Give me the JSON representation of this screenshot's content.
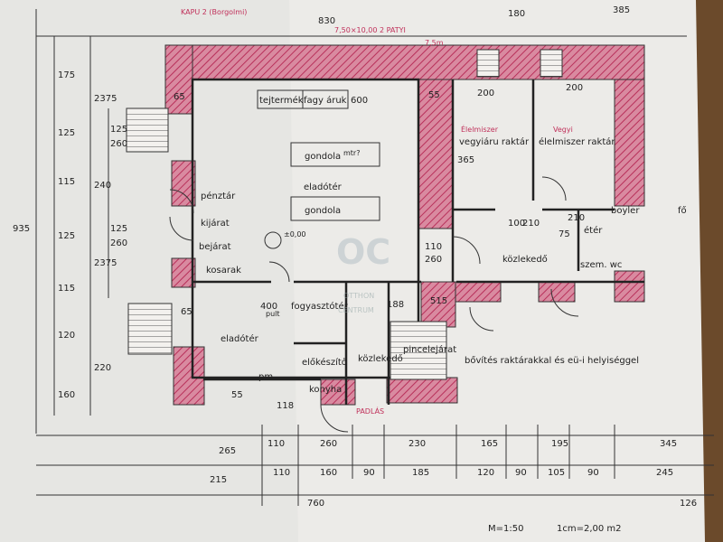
{
  "header": {
    "title_note": "KAPU 2 (Borgolmi)",
    "size_note": "7,50×10,00 2 PATYI",
    "corner_note": "7,5m"
  },
  "rooms": {
    "tejtermek": "tejtermék",
    "fagyaruk": "fagy áruk",
    "gondola_1": "gondola",
    "gondola_1_note": "mtr?",
    "eladoter_main": "eladótér",
    "gondola_2": "gondola",
    "elevation": "±0,00",
    "pentek": "pénztár",
    "kijarat": "kijárat",
    "bejarat": "bejárat",
    "kosarak": "kosarak",
    "fogyaszto": "fogyasztótér",
    "pult": "pult",
    "eladoter_small": "eladótér",
    "eloeszto": "előkészítő",
    "kozlekedo_small": "közlekedő",
    "konyha": "konyha",
    "pincelejarat": "pincelejárat",
    "pm": "pm",
    "vegyiaru": "vegyiáru raktár",
    "vegyiaru_note": "Élelmiszer",
    "elelmiszer": "élelmiszer raktár",
    "elelmiszer_note": "Vegyi",
    "kozlekedo": "közlekedő",
    "boyler": "boyler",
    "fozo": "fő",
    "eter": "étér",
    "szemwc": "szem. wc",
    "bovites": "bővítés raktárakkal és eü-i helyiséggel",
    "padlas": "PADLÁS"
  },
  "dimensions": {
    "top": [
      "830",
      "180",
      "385"
    ],
    "left": [
      "175",
      "2375",
      "125",
      "240",
      "115",
      "125",
      "2375",
      "115",
      "120",
      "220",
      "160",
      "935"
    ],
    "left_inner": [
      "125",
      "260",
      "125",
      "260"
    ],
    "inner": [
      "200",
      "200",
      "600",
      "55",
      "65",
      "365",
      "110",
      "260",
      "100",
      "210",
      "75",
      "210",
      "188",
      "400",
      "65",
      "118",
      "515",
      "55"
    ],
    "bottom_row1": [
      "265",
      "110",
      "260",
      "230",
      "165",
      "195",
      "345"
    ],
    "bottom_row2": [
      "215",
      "110",
      "160",
      "90",
      "185",
      "120",
      "90",
      "105",
      "90",
      "245"
    ],
    "bottom_row3": [
      "760",
      "126"
    ]
  },
  "footer": {
    "scale": "M=1:50",
    "area": "1cm=2,00 m2"
  },
  "watermark": {
    "logo": "OC",
    "text1": "OTTHON",
    "text2": "CENTRUM"
  }
}
